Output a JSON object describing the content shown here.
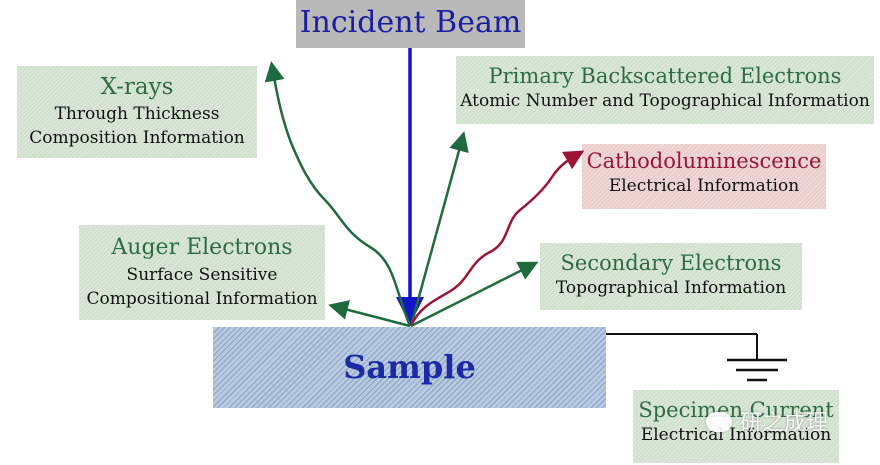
{
  "incident_beam": {
    "label": "Incident Beam"
  },
  "sample": {
    "label": "Sample"
  },
  "signals": {
    "xrays": {
      "title": "X-rays",
      "lines": [
        "Through Thickness",
        "Composition Information"
      ]
    },
    "backscattered": {
      "title": "Primary Backscattered Electrons",
      "lines": [
        "Atomic Number and Topographical Information"
      ]
    },
    "cathodoluminescence": {
      "title": "Cathodoluminescence",
      "lines": [
        "Electrical Information"
      ]
    },
    "auger": {
      "title": "Auger Electrons",
      "lines": [
        "Surface Sensitive",
        "Compositional Information"
      ]
    },
    "secondary": {
      "title": "Secondary Electrons",
      "lines": [
        "Topographical Information"
      ]
    },
    "specimen_current": {
      "title": "Specimen Current",
      "lines": [
        "Electrical Information"
      ]
    }
  },
  "watermark": {
    "text": "研之成理"
  },
  "colors": {
    "beam_arrow": "#1515c8",
    "signal_arrow": "#1f6b3f",
    "cl_arrow": "#9c1436",
    "ground": "#111111"
  },
  "icons": [
    "ground-symbol-icon",
    "wechat-watermark-icon"
  ]
}
